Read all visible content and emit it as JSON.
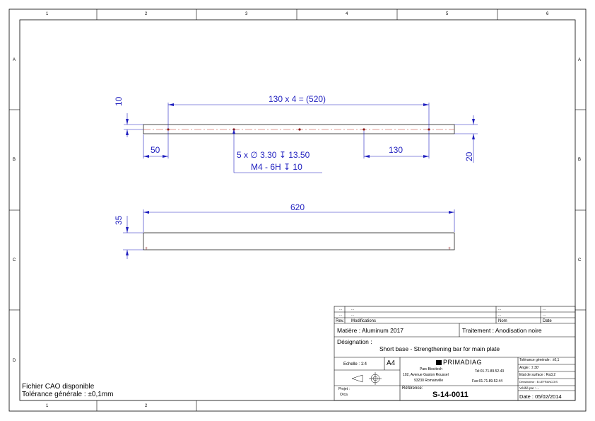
{
  "border": {
    "cols_top": [
      "1",
      "2",
      "3",
      "4",
      "5",
      "6"
    ],
    "cols_bottom": [
      "1",
      "2"
    ],
    "rows": [
      "A",
      "B",
      "C",
      "D"
    ]
  },
  "view_top": {
    "dim_top": "130 x 4 = (520)",
    "dim_left_v": "10",
    "dim_right_v": "20",
    "dim_bottom_left": "50",
    "dim_bottom_right": "130",
    "hole_note_1": "5 x ∅ 3.30 ↧ 13.50",
    "hole_note_2": "M4 - 6H ↧ 10"
  },
  "view_bottom": {
    "dim_top": "620",
    "dim_left_v": "35"
  },
  "notes": {
    "cad": "Fichier CAO disponible",
    "tolerance": "Tolérance générale : ±0,1mm"
  },
  "title_block": {
    "rev_rows": [
      {
        "rev": "...",
        "mod": "...",
        "nom": "...",
        "date": "..."
      },
      {
        "rev": "...",
        "mod": "...",
        "nom": "...",
        "date": "..."
      }
    ],
    "rev_header": {
      "rev": "Rev.",
      "mod": "Modifications",
      "nom": "Nom",
      "date": "Date"
    },
    "matiere": "Matière : Aluminum 2017",
    "traitement": "Traitement : Anodisation noire",
    "designation_label": "Désignation :",
    "designation": "Short base - Strengthening bar for main plate",
    "echelle": "Echelle : 1:4",
    "format": "A4",
    "company": "PRIMADIAG",
    "address_1": "Parc Biocitech",
    "address_2": "102, Avenue Gaston Roussel",
    "address_3": "93230 Romainville",
    "tel": "Tel:01.71.89.52.43",
    "fax": "Fax:01.71.89.52.44",
    "tol_gen": "Tolérance générale : ±0,1",
    "angle": "Angle : ± 30'",
    "etat": "Etat de surface : Ra3,2",
    "dessinateur": "Dessinateur : B.LEFRANCOIS",
    "verifie": "Vérifié par : ...",
    "projet_label": "Projet :",
    "projet": "Orca",
    "reference_label": "Référence:",
    "reference": "S-14-0011",
    "date": "Date : 05/02/2014"
  },
  "colors": {
    "dimension": "#1f1fbf",
    "centerline": "#c0392b",
    "outline": "#000000"
  }
}
